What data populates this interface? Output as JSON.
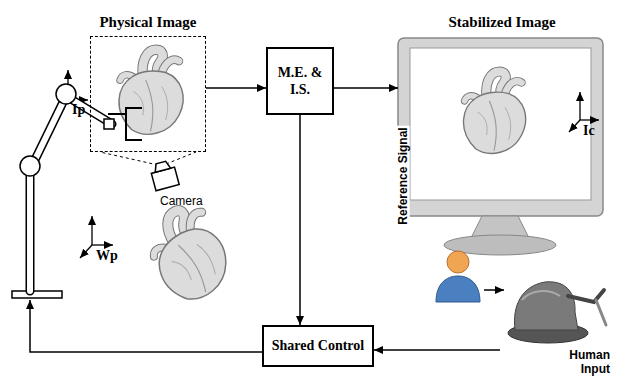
{
  "diagram": {
    "nodes": [
      {
        "text": [
          "Physical Image"
        ]
      },
      {
        "text": [
          "M.E. & I.S."
        ]
      },
      {
        "text": [
          "Stabilized Image"
        ]
      },
      {
        "text": [
          "Human Input"
        ]
      },
      {
        "text": [
          "Shared Control"
        ]
      }
    ],
    "edges": [
      {
        "from": 0,
        "to": 1,
        "arrow": "to"
      },
      {
        "from": 1,
        "to": 2,
        "arrow": "to"
      },
      {
        "from": 1,
        "to": 4,
        "label": "Reference Signal",
        "arrow": "to"
      },
      {
        "from": 3,
        "to": 4,
        "arrow": "to"
      }
    ],
    "labels": [
      "Ip",
      "Ic",
      "Wp",
      "Camera"
    ]
  }
}
